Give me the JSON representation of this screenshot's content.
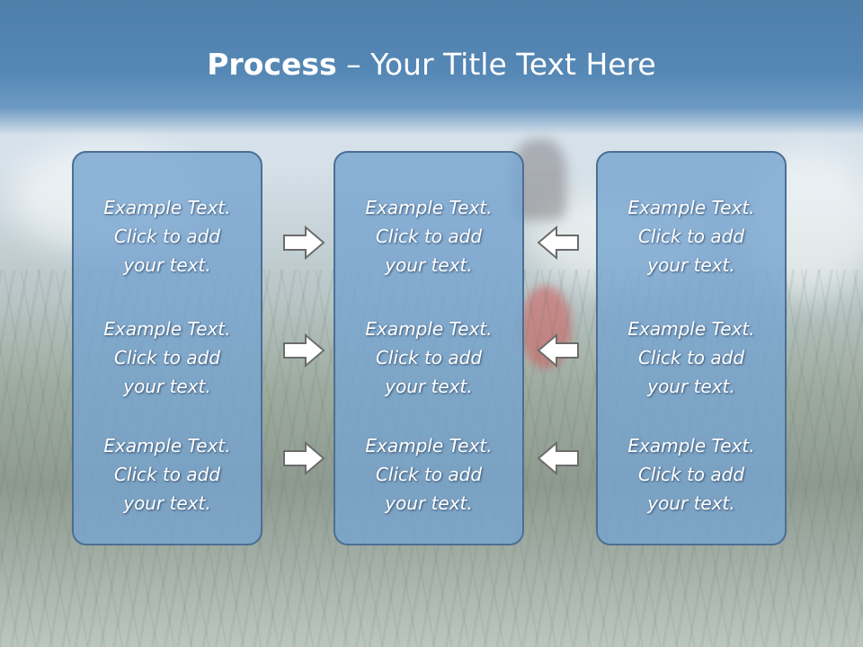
{
  "title": {
    "bold": "Process",
    "rest": " – Your Title Text Here"
  },
  "columns": [
    {
      "items": [
        "Example Text.\nClick  to add\nyour text.",
        "Example Text.\nClick  to add\nyour text.",
        "Example Text.\nClick  to add\nyour text."
      ]
    },
    {
      "items": [
        "Example Text.\nClick  to add\nyour text.",
        "Example Text.\nClick  to add\nyour text.",
        "Example Text.\nClick  to add\nyour text."
      ]
    },
    {
      "items": [
        "Example Text.\nClick  to add\nyour text.",
        "Example Text.\nClick  to add\nyour text.",
        "Example Text.\nClick  to add\nyour text."
      ]
    }
  ],
  "arrows": {
    "left_group": "right-arrow-icon",
    "right_group": "left-arrow-icon"
  },
  "colors": {
    "header": "#5688b6",
    "panel_fill": "#76a4d0",
    "panel_border": "#4c6f93",
    "arrow_stroke": "#6b6b6b"
  }
}
